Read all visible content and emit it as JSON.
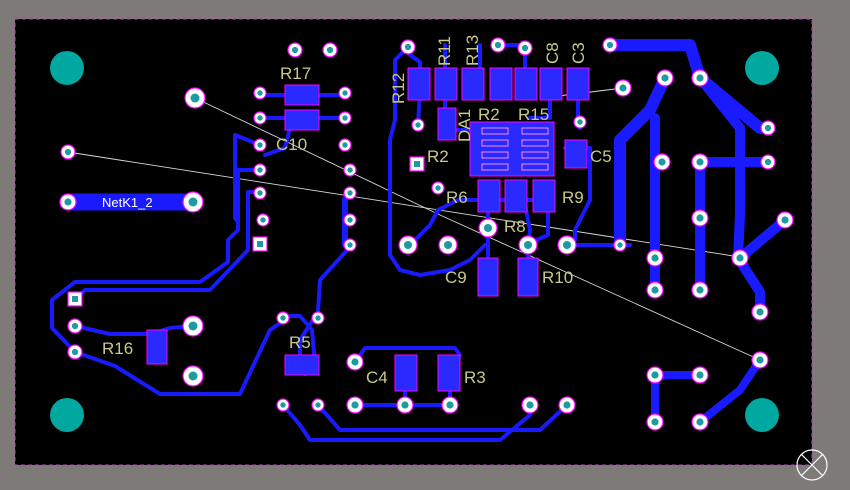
{
  "board": {
    "background_color": "#000000",
    "trace_color": "#1a1aff",
    "pad_outline_color": "#ff00ff",
    "mount_hole_color": "#00a8a0",
    "net_label": "NetK1_2"
  },
  "designators": [
    {
      "id": "R17",
      "text": "R17"
    },
    {
      "id": "C10",
      "text": "C10"
    },
    {
      "id": "R12",
      "text": "R12"
    },
    {
      "id": "R11",
      "text": "R11"
    },
    {
      "id": "R13",
      "text": "R13"
    },
    {
      "id": "C8",
      "text": "C8"
    },
    {
      "id": "C3",
      "text": "C3"
    },
    {
      "id": "DA1",
      "text": "DA1"
    },
    {
      "id": "R2a",
      "text": "R2"
    },
    {
      "id": "R2b",
      "text": "R2"
    },
    {
      "id": "R15",
      "text": "R15"
    },
    {
      "id": "C5",
      "text": "C5"
    },
    {
      "id": "R6",
      "text": "R6"
    },
    {
      "id": "R9",
      "text": "R9"
    },
    {
      "id": "R8",
      "text": "R8"
    },
    {
      "id": "C9",
      "text": "C9"
    },
    {
      "id": "R10",
      "text": "R10"
    },
    {
      "id": "R16",
      "text": "R16"
    },
    {
      "id": "R5",
      "text": "R5"
    },
    {
      "id": "C4",
      "text": "C4"
    },
    {
      "id": "R3",
      "text": "R3"
    }
  ],
  "corner_icon": "crosshair-circle-icon"
}
